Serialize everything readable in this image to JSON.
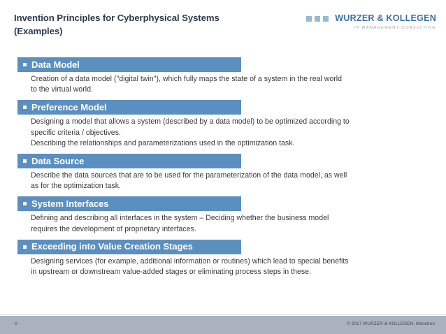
{
  "header": {
    "title_lines": [
      "Invention Principles for Cyberphysical Systems",
      "(Examples)"
    ],
    "logo": {
      "name": "WURZER & KOLLEGEN",
      "subtitle": "IP MANAGEMENT CONSULTING",
      "square_color": "#93b9db",
      "name_color": "#3f6fa5"
    }
  },
  "theme": {
    "bar_color": "#5b8fc0",
    "bar_text_color": "#ffffff",
    "title_color": "#2e3b4e",
    "body_color": "#3a3a3a",
    "footer_color": "#aab2c0"
  },
  "sections": [
    {
      "heading": "Data Model",
      "lines": [
        "Creation of a data model (\"digital twin\"), which fully maps the state of a system in the real world",
        "to the virtual world."
      ]
    },
    {
      "heading": "Preference Model",
      "lines": [
        "Designing a model that allows a system (described by a data model) to be optimized according to",
        "specific criteria / objectives.",
        "Describing the relationships and parameterizations used in the optimization task."
      ]
    },
    {
      "heading": "Data Source",
      "lines": [
        "Describe the data sources that are to be used for the parameterization of the data model, as well",
        "as for the optimization task."
      ]
    },
    {
      "heading": "System Interfaces",
      "lines": [
        "Defining and describing all interfaces in the system – Deciding whether the business model",
        "requires the development of proprietary interfaces."
      ]
    },
    {
      "heading": "Exceeding into Value Creation Stages",
      "lines": [
        "Designing services (for example, additional information or routines) which lead to special benefits",
        "in upstream or downstream value-added stages or eliminating process steps in these."
      ]
    }
  ],
  "footer": {
    "page_number": "- 8 -",
    "copyright": "© 2017 WURZER & KOLLEGEN, München"
  }
}
